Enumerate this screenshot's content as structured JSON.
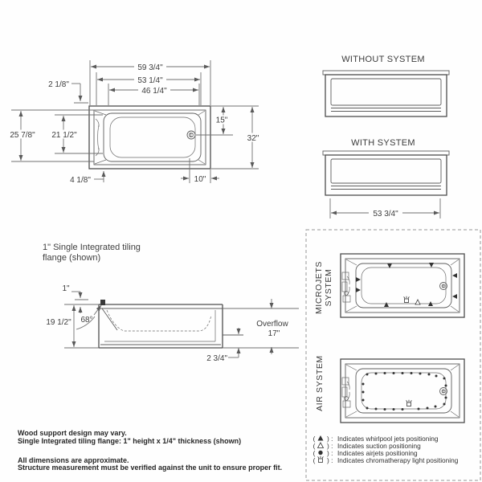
{
  "plan_view": {
    "overall_length": "59 3/4\"",
    "deck_length": "53 1/4\"",
    "basin_length": "46 1/4\"",
    "corner_offset_top": "2 1/8\"",
    "overall_width": "25 7/8\"",
    "basin_width": "21 1/2\"",
    "drain_from_edge": "15\"",
    "overall_height": "32\"",
    "corner_offset_bottom": "4 1/8\"",
    "drain_from_end": "10\""
  },
  "side_views": {
    "without_system_title": "WITHOUT SYSTEM",
    "with_system_title": "WITH SYSTEM",
    "base_length": "53 3/4\""
  },
  "section_view": {
    "flange_note_line1": "1\" Single Integrated tiling",
    "flange_note_line2": "flange (shown)",
    "flange_height": "1\"",
    "inner_depth": "19 1/2\"",
    "wall_angle": "68°",
    "overflow_label": "Overflow",
    "overflow_depth": "17\"",
    "overflow_to_bottom": "2 3/4\""
  },
  "systems_panel": {
    "microjets_label_line1": "MICROJETS",
    "microjets_label_line2": "SYSTEM",
    "air_label": "AIR SYSTEM",
    "legend_open": "(",
    "legend_close": ") :",
    "legend": [
      {
        "symbol": "filled-triangle-whirlpool-jet",
        "label": "Indicates whirlpool jets positioning"
      },
      {
        "symbol": "open-triangle-suction",
        "label": "Indicates suction positioning"
      },
      {
        "symbol": "filled-circle-airjet",
        "label": "Indicates airjets positioning"
      },
      {
        "symbol": "chromatherapy-light",
        "label": "Indicates chromatherapy light positioning"
      }
    ]
  },
  "notes": {
    "lines": [
      "Wood support design may vary.",
      "Single Integrated tiling flange: 1\" height x 1/4\" thickness (shown)",
      "All dimensions are approximate.",
      "Structure measurement must be verified against the unit to ensure proper fit."
    ]
  },
  "colors": {
    "line": "#4d4d4d",
    "dimension_line": "#707070",
    "text": "#3d3d3d",
    "background": "#fefefe"
  }
}
